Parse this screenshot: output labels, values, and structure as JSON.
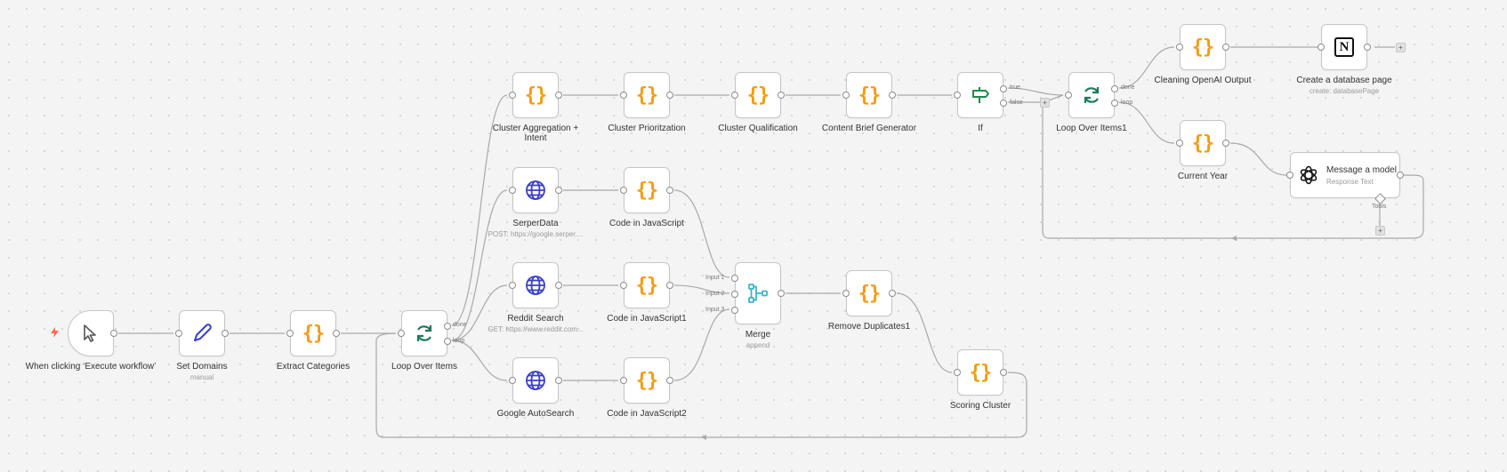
{
  "nodes": {
    "trigger": {
      "label": "When clicking ‘Execute workflow’"
    },
    "set_domains": {
      "label": "Set Domains",
      "sub": "manual"
    },
    "extract_categories": {
      "label": "Extract Categories"
    },
    "loop_over_items": {
      "label": "Loop Over Items",
      "out_done": "done",
      "out_loop": "loop"
    },
    "cluster_aggregation": {
      "label": "Cluster Aggregation + Intent"
    },
    "cluster_prioritization": {
      "label": "Cluster Prioritzation"
    },
    "cluster_qualification": {
      "label": "Cluster Qualification"
    },
    "content_brief": {
      "label": "Content Brief Generator"
    },
    "if_node": {
      "label": "If",
      "out_true": "true",
      "out_false": "false"
    },
    "loop_over_items1": {
      "label": "Loop Over Items1",
      "out_done": "done",
      "out_loop": "loop"
    },
    "cleaning_openai": {
      "label": "Cleaning OpenAI Output"
    },
    "create_db_page": {
      "label": "Create a database page",
      "sub": "create: databasePage"
    },
    "current_year": {
      "label": "Current Year"
    },
    "message_model": {
      "title": "Message a model",
      "sub": "Response Text",
      "tools": "Tools"
    },
    "serper_data": {
      "label": "SerperData",
      "sub": "POST: https://google.serper...."
    },
    "code_js": {
      "label": "Code in JavaScript"
    },
    "reddit_search": {
      "label": "Reddit Search",
      "sub": "GET: https://www.reddit.com..."
    },
    "code_js1": {
      "label": "Code in JavaScript1"
    },
    "google_autosearch": {
      "label": "Google AutoSearch"
    },
    "code_js2": {
      "label": "Code in JavaScript2"
    },
    "merge": {
      "label": "Merge",
      "sub": "append",
      "in1": "Input 1",
      "in2": "Input 2",
      "in3": "Input 3"
    },
    "remove_duplicates": {
      "label": "Remove Duplicates1"
    },
    "scoring_cluster": {
      "label": "Scoring Cluster"
    }
  },
  "icons": {
    "code": "{}",
    "notion": "N"
  },
  "colors": {
    "code_orange": "#f39c12",
    "globe_blue": "#3b3fc4",
    "loop_green": "#1f7a5a",
    "if_green": "#1f8a4c",
    "merge_teal": "#3cb3c8",
    "trigger_lightning": "#ff6b4a",
    "edge_gray": "#a9a9a9"
  }
}
